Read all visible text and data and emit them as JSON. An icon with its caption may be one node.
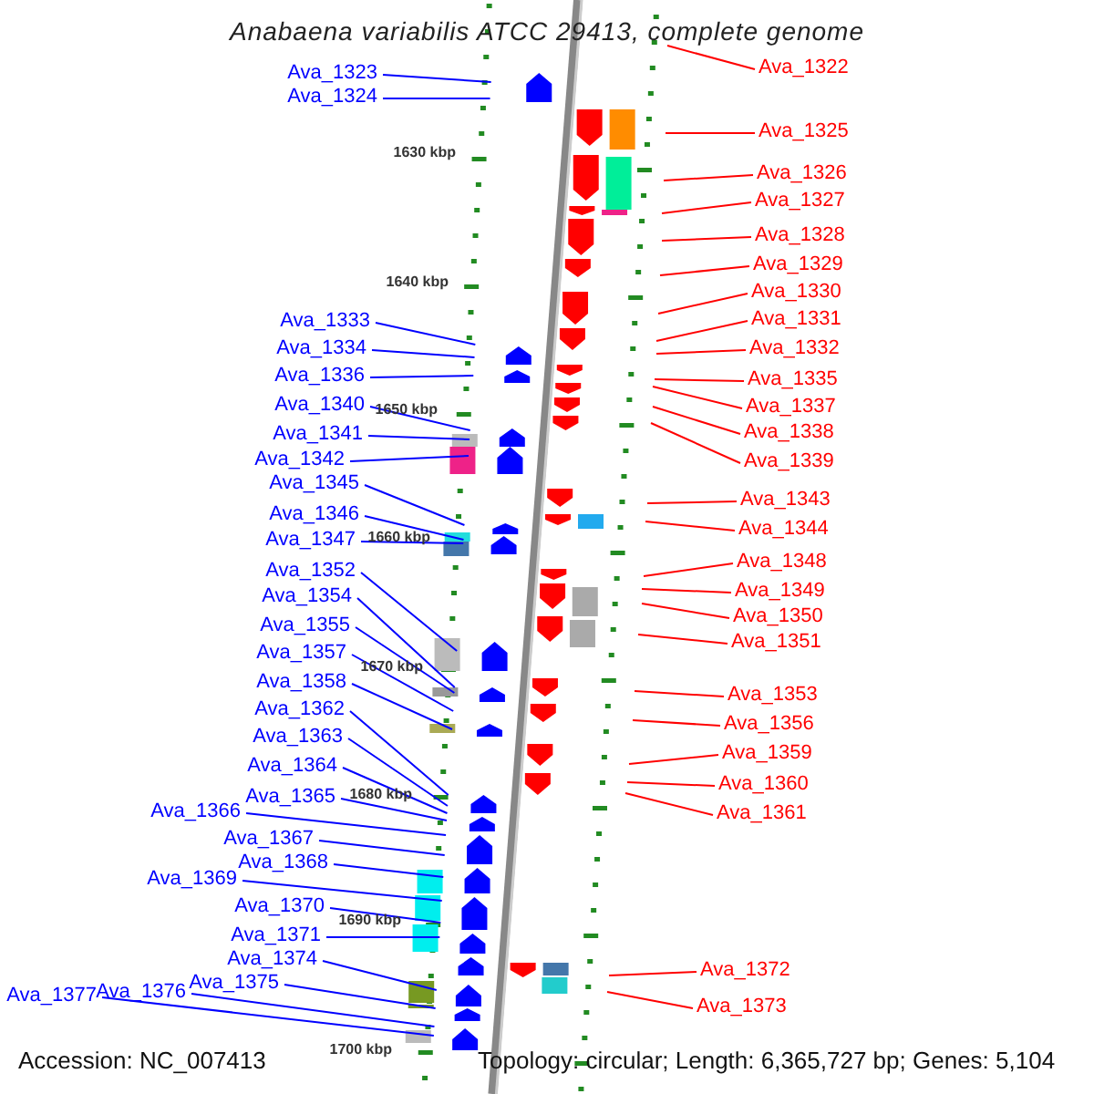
{
  "diagram": {
    "title": "Anabaena variabilis ATCC 29413, complete genome",
    "nodes": [
      {
        "text": [
          "Ava_1323"
        ]
      },
      {
        "text": [
          "Ava_1324"
        ]
      },
      {
        "text": [
          "Ava_1333"
        ]
      },
      {
        "text": [
          "Ava_1334"
        ]
      },
      {
        "text": [
          "Ava_1336"
        ]
      },
      {
        "text": [
          "Ava_1340"
        ]
      },
      {
        "text": [
          "Ava_1341"
        ]
      },
      {
        "text": [
          "Ava_1342"
        ]
      },
      {
        "text": [
          "Ava_1345"
        ]
      },
      {
        "text": [
          "Ava_1346"
        ]
      },
      {
        "text": [
          "Ava_1347"
        ]
      },
      {
        "text": [
          "Ava_1352"
        ]
      },
      {
        "text": [
          "Ava_1354"
        ]
      },
      {
        "text": [
          "Ava_1355"
        ]
      },
      {
        "text": [
          "Ava_1357"
        ]
      },
      {
        "text": [
          "Ava_1358"
        ]
      },
      {
        "text": [
          "Ava_1362"
        ]
      },
      {
        "text": [
          "Ava_1363"
        ]
      },
      {
        "text": [
          "Ava_1364"
        ]
      },
      {
        "text": [
          "Ava_1365"
        ]
      },
      {
        "text": [
          "Ava_1366"
        ]
      },
      {
        "text": [
          "Ava_1367"
        ]
      },
      {
        "text": [
          "Ava_1368"
        ]
      },
      {
        "text": [
          "Ava_1369"
        ]
      },
      {
        "text": [
          "Ava_1370"
        ]
      },
      {
        "text": [
          "Ava_1371"
        ]
      },
      {
        "text": [
          "Ava_1374"
        ]
      },
      {
        "text": [
          "Ava_1375"
        ]
      },
      {
        "text": [
          "Ava_1376"
        ]
      },
      {
        "text": [
          "Ava_1377"
        ]
      },
      {
        "text": [
          "Ava_1322"
        ]
      },
      {
        "text": [
          "Ava_1325"
        ]
      },
      {
        "text": [
          "Ava_1326"
        ]
      },
      {
        "text": [
          "Ava_1327"
        ]
      },
      {
        "text": [
          "Ava_1328"
        ]
      },
      {
        "text": [
          "Ava_1329"
        ]
      },
      {
        "text": [
          "Ava_1330"
        ]
      },
      {
        "text": [
          "Ava_1331"
        ]
      },
      {
        "text": [
          "Ava_1332"
        ]
      },
      {
        "text": [
          "Ava_1335"
        ]
      },
      {
        "text": [
          "Ava_1337"
        ]
      },
      {
        "text": [
          "Ava_1338"
        ]
      },
      {
        "text": [
          "Ava_1339"
        ]
      },
      {
        "text": [
          "Ava_1343"
        ]
      },
      {
        "text": [
          "Ava_1344"
        ]
      },
      {
        "text": [
          "Ava_1348"
        ]
      },
      {
        "text": [
          "Ava_1349"
        ]
      },
      {
        "text": [
          "Ava_1350"
        ]
      },
      {
        "text": [
          "Ava_1351"
        ]
      },
      {
        "text": [
          "Ava_1353"
        ]
      },
      {
        "text": [
          "Ava_1356"
        ]
      },
      {
        "text": [
          "Ava_1359"
        ]
      },
      {
        "text": [
          "Ava_1360"
        ]
      },
      {
        "text": [
          "Ava_1361"
        ]
      },
      {
        "text": [
          "Ava_1372"
        ]
      },
      {
        "text": [
          "Ava_1373"
        ]
      }
    ],
    "edges": [
      {
        "from": 0,
        "to": null,
        "arrow": "none"
      },
      {
        "from": 1,
        "to": null,
        "arrow": "none"
      },
      {
        "from": 2,
        "to": null,
        "arrow": "none"
      },
      {
        "from": 3,
        "to": null,
        "arrow": "none"
      },
      {
        "from": 4,
        "to": null,
        "arrow": "none"
      },
      {
        "from": 5,
        "to": null,
        "arrow": "none"
      },
      {
        "from": 6,
        "to": null,
        "arrow": "none"
      },
      {
        "from": 7,
        "to": null,
        "arrow": "none"
      },
      {
        "from": 8,
        "to": null,
        "arrow": "none"
      },
      {
        "from": 9,
        "to": null,
        "arrow": "none"
      },
      {
        "from": 10,
        "to": null,
        "arrow": "none"
      },
      {
        "from": 11,
        "to": null,
        "arrow": "none"
      },
      {
        "from": 12,
        "to": null,
        "arrow": "none"
      },
      {
        "from": 13,
        "to": null,
        "arrow": "none"
      },
      {
        "from": 14,
        "to": null,
        "arrow": "none"
      },
      {
        "from": 15,
        "to": null,
        "arrow": "none"
      },
      {
        "from": 16,
        "to": null,
        "arrow": "none"
      },
      {
        "from": 17,
        "to": null,
        "arrow": "none"
      },
      {
        "from": 18,
        "to": null,
        "arrow": "none"
      },
      {
        "from": 19,
        "to": null,
        "arrow": "none"
      },
      {
        "from": 20,
        "to": null,
        "arrow": "none"
      },
      {
        "from": 21,
        "to": null,
        "arrow": "none"
      },
      {
        "from": 22,
        "to": null,
        "arrow": "none"
      },
      {
        "from": 23,
        "to": null,
        "arrow": "none"
      },
      {
        "from": 24,
        "to": null,
        "arrow": "none"
      },
      {
        "from": 25,
        "to": null,
        "arrow": "none"
      },
      {
        "from": 26,
        "to": null,
        "arrow": "none"
      },
      {
        "from": 27,
        "to": null,
        "arrow": "none"
      },
      {
        "from": 28,
        "to": null,
        "arrow": "none"
      },
      {
        "from": 29,
        "to": null,
        "arrow": "none"
      },
      {
        "from": 30,
        "to": null,
        "arrow": "none",
        "color": "#ff0000"
      },
      {
        "from": 31,
        "to": null,
        "arrow": "none",
        "color": "#ff0000"
      },
      {
        "from": 32,
        "to": null,
        "arrow": "none",
        "color": "#ff0000"
      },
      {
        "from": 33,
        "to": null,
        "arrow": "none",
        "color": "#ff0000"
      },
      {
        "from": 34,
        "to": null,
        "arrow": "none",
        "color": "#ff0000"
      },
      {
        "from": 35,
        "to": null,
        "arrow": "none",
        "color": "#ff0000"
      },
      {
        "from": 36,
        "to": null,
        "arrow": "none",
        "color": "#ff0000"
      },
      {
        "from": 37,
        "to": null,
        "arrow": "none",
        "color": "#ff0000"
      },
      {
        "from": 38,
        "to": null,
        "arrow": "none",
        "color": "#ff0000"
      },
      {
        "from": 39,
        "to": null,
        "arrow": "none",
        "color": "#ff0000"
      },
      {
        "from": 40,
        "to": null,
        "arrow": "none",
        "color": "#ff0000"
      },
      {
        "from": 41,
        "to": null,
        "arrow": "none",
        "color": "#ff0000"
      },
      {
        "from": 42,
        "to": null,
        "arrow": "none",
        "color": "#ff0000"
      },
      {
        "from": 43,
        "to": null,
        "arrow": "none",
        "color": "#ff0000"
      },
      {
        "from": 44,
        "to": null,
        "arrow": "none",
        "color": "#ff0000"
      },
      {
        "from": 45,
        "to": null,
        "arrow": "none",
        "color": "#ff0000"
      },
      {
        "from": 46,
        "to": null,
        "arrow": "none",
        "color": "#ff0000"
      },
      {
        "from": 47,
        "to": null,
        "arrow": "none",
        "color": "#ff0000"
      },
      {
        "from": 48,
        "to": null,
        "arrow": "none",
        "color": "#ff0000"
      },
      {
        "from": 49,
        "to": null,
        "arrow": "none",
        "color": "#ff0000"
      },
      {
        "from": 50,
        "to": null,
        "arrow": "none",
        "color": "#ff0000"
      },
      {
        "from": 51,
        "to": null,
        "arrow": "none",
        "color": "#ff0000"
      },
      {
        "from": 52,
        "to": null,
        "arrow": "none",
        "color": "#ff0000"
      },
      {
        "from": 53,
        "to": null,
        "arrow": "none",
        "color": "#ff0000"
      },
      {
        "from": 54,
        "to": null,
        "arrow": "none",
        "color": "#ff0000"
      },
      {
        "from": 55,
        "to": null,
        "arrow": "none",
        "color": "#ff0000"
      }
    ],
    "labels": [
      "1630 kbp",
      "1640 kbp",
      "1650 kbp",
      "1660 kbp",
      "1670 kbp",
      "1680 kbp",
      "1690 kbp",
      "1700 kbp",
      "Accession: NC_007413",
      "Topology: circular; Length: 6,365,727 bp; Genes: 5,104"
    ]
  }
}
